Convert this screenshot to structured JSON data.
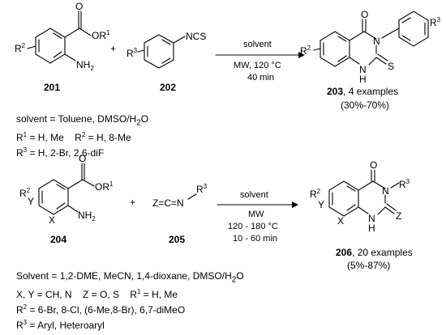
{
  "reaction1": {
    "sm1": {
      "label": "201",
      "ester": "OR",
      "ester_sup": "1",
      "amine": "NH",
      "amine_sub": "2",
      "subst": "R",
      "subst_sup": "2",
      "carbonyl_o": "O"
    },
    "sm2": {
      "label": "202",
      "group": "NCS",
      "subst": "R",
      "subst_sup": "3"
    },
    "plus": "+",
    "conditions": {
      "above": "solvent",
      "below1": "MW, 120 °C",
      "below2": "40 min"
    },
    "product": {
      "label": "203",
      "examples": ", 4 examples",
      "yield": "(30%-70%)",
      "subst2": "R",
      "subst2_sup": "2",
      "subst3": "R",
      "subst3_sup": "3",
      "o": "O",
      "s": "S",
      "n": "N",
      "nh": "N",
      "h": "H"
    },
    "notes": {
      "solvent": "solvent = Toluene, DMSO/H",
      "solvent_sub": "2",
      "solvent_end": "O",
      "r1": "R",
      "r1_sup": "1",
      "r1_val": " = H, Me",
      "r2": "R",
      "r2_sup": "2",
      "r2_val": " = H, 8-Me",
      "r3": "R",
      "r3_sup": "3",
      "r3_val": " = H, 2-Br, 2,6-diF"
    }
  },
  "reaction2": {
    "sm1": {
      "label": "204",
      "ester": "OR",
      "ester_sup": "1",
      "amine": "NH",
      "amine_sub": "2",
      "subst": "R",
      "subst_sup": "2",
      "x": "X",
      "y": "Y",
      "carbonyl_o": "O"
    },
    "sm2": {
      "label": "205",
      "formula": "Z=C=N",
      "subst": "R",
      "subst_sup": "3"
    },
    "plus": "+",
    "conditions": {
      "above": "solvent",
      "below1": "MW",
      "below2": "120 - 180 °C",
      "below3": "10 - 60 min"
    },
    "product": {
      "label": "206",
      "examples": ", 20 examples",
      "yield": "(5%-87%)",
      "subst2": "R",
      "subst2_sup": "2",
      "subst3": "R",
      "subst3_sup": "3",
      "o": "O",
      "z": "Z",
      "n": "N",
      "nh": "N",
      "h": "H",
      "x": "X",
      "y": "Y"
    },
    "notes": {
      "solvent": "Solvent = 1,2-DME, MeCN, 1,4-dioxane, DMSO/H",
      "solvent_sub": "2",
      "solvent_end": "O",
      "xy": "X, Y = CH, N",
      "z": "Z = O, S",
      "r1": "R",
      "r1_sup": "1",
      "r1_val": " = H, Me",
      "r2": "R",
      "r2_sup": "2",
      "r2_val": " = 6-Br, 8-Cl, (6-Me,8-Br), 6,7-diMeO",
      "r3": "R",
      "r3_sup": "3",
      "r3_val": " = Aryl, Heteroaryl"
    }
  }
}
